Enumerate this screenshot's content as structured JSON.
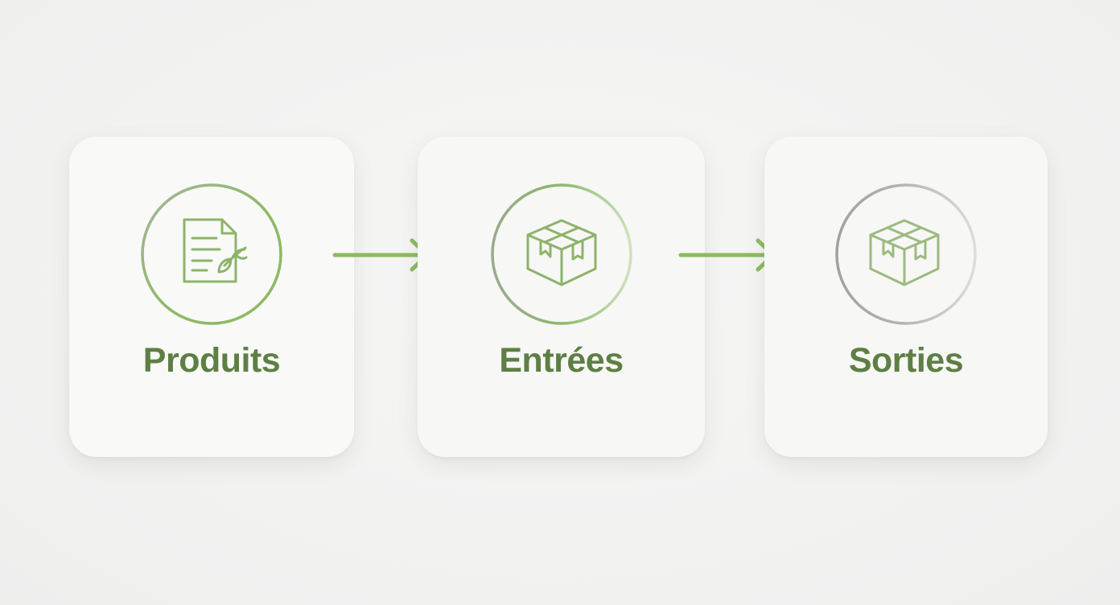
{
  "steps": [
    {
      "label": "Produits",
      "icon": "document-leaf-icon"
    },
    {
      "label": "Entrées",
      "icon": "box-icon"
    },
    {
      "label": "Sorties",
      "icon": "box-icon"
    }
  ],
  "colors": {
    "accent_green": "#8dba63",
    "label_green": "#5e7f44",
    "ring_gray": "#a9a9a4",
    "background": "#f2f2f1",
    "card": "#f7f7f6"
  }
}
